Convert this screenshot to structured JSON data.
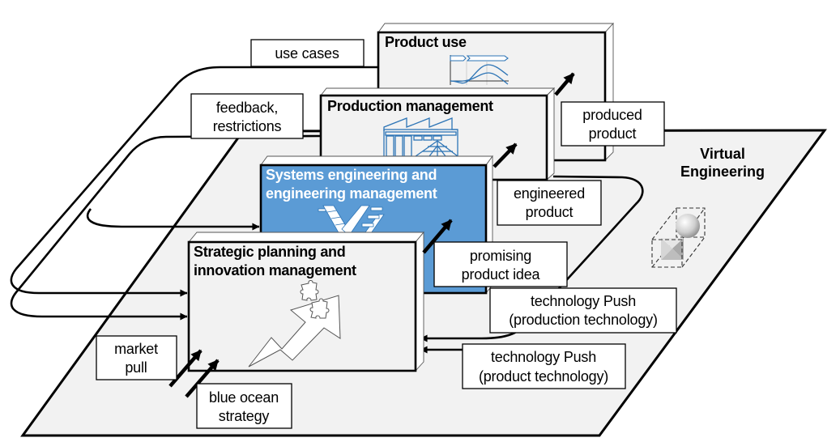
{
  "diagram": {
    "plane": {
      "line1": "Virtual",
      "line2": "Engineering",
      "icon": "cube-sphere-pyramid-icon"
    },
    "boxes": {
      "product_use": {
        "title": "Product use",
        "icon": "line-chart-icon"
      },
      "production_management": {
        "title": "Production management",
        "icon": "factory-icon"
      },
      "systems_engineering": {
        "line1": "Systems engineering and",
        "line2": "engineering management",
        "icon": "systems-engineering-icon"
      },
      "strategic_planning": {
        "line1": "Strategic planning and",
        "line2": "innovation management",
        "icon": "growth-arrow-puzzle-icon"
      }
    },
    "labels": {
      "use_cases": {
        "line1": "use cases"
      },
      "feedback": {
        "line1": "feedback,",
        "line2": "restrictions"
      },
      "produced_product": {
        "line1": "produced",
        "line2": "product"
      },
      "engineered_product": {
        "line1": "engineered",
        "line2": "product"
      },
      "promising_idea": {
        "line1": "promising",
        "line2": "product idea"
      },
      "tech_push_production": {
        "line1": "technology Push",
        "line2": "(production technology)"
      },
      "tech_push_product": {
        "line1": "technology Push",
        "line2": "(product technology)"
      },
      "market_pull": {
        "line1": "market",
        "line2": "pull"
      },
      "blue_ocean": {
        "line1": "blue ocean",
        "line2": "strategy"
      }
    }
  },
  "colors": {
    "plane_fill": "#f2f2f2",
    "box_fill": "#f2f2f2",
    "systems_box_fill": "#5b9bd5",
    "icon_blue": "#2e75b6",
    "line": "#000000"
  }
}
